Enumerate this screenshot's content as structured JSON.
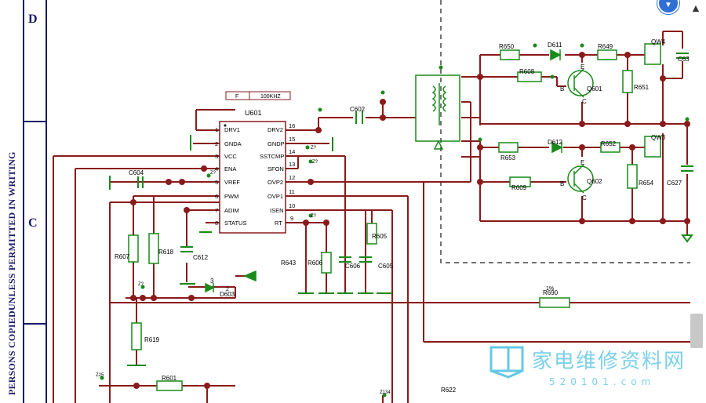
{
  "border": {
    "zone_d": "D",
    "zone_c": "C",
    "side_note": "PERSONS COPIEDUNLESS PERMITTED IN WRITING"
  },
  "ic": {
    "name": "U601",
    "freq_box": [
      "F",
      "100KHZ"
    ],
    "pins_left": [
      {
        "num": "1",
        "name": "DRV1"
      },
      {
        "num": "2",
        "name": "GNDA"
      },
      {
        "num": "3",
        "name": "VCC"
      },
      {
        "num": "4",
        "name": "ENA"
      },
      {
        "num": "5",
        "name": "VREF"
      },
      {
        "num": "6",
        "name": "PWM"
      },
      {
        "num": "7",
        "name": "ADIM"
      },
      {
        "num": "8",
        "name": "STATUS"
      }
    ],
    "pins_right": [
      {
        "num": "16",
        "name": "DRV2"
      },
      {
        "num": "15",
        "name": "GNDP"
      },
      {
        "num": "14",
        "name": "SSTCMP"
      },
      {
        "num": "13",
        "name": "SFON"
      },
      {
        "num": "12",
        "name": "OVP2"
      },
      {
        "num": "11",
        "name": "OVP1"
      },
      {
        "num": "10",
        "name": "ISEN"
      },
      {
        "num": "9",
        "name": "RT"
      }
    ]
  },
  "components": {
    "R650": "R650",
    "D611": "D611",
    "R649": "R649",
    "QW4": "QW4",
    "C63": "C63",
    "R608": "R608",
    "Q601": "Q601",
    "R651": "R651",
    "C602": "C602",
    "D612": "D612",
    "R652": "R652",
    "QW3": "QW3",
    "R653": "R653",
    "R609": "R609",
    "Q602": "Q602",
    "R654": "R654",
    "C627": "C627",
    "C604": "C604",
    "R607": "R607",
    "R618": "R618",
    "C612": "C612",
    "D603": "D603",
    "R643": "R643",
    "R606": "R606",
    "C606": "C606",
    "C605": "C605",
    "R605": "R605",
    "R619": "R619",
    "R690": "R690",
    "R690_val": "1%",
    "R601": "R601",
    "R622": "R622"
  },
  "tags": {
    "z1": "Z?",
    "z2": "Z?",
    "z3": "Z?",
    "z4": "Z?",
    "z5": "Z?",
    "z25": "Z25",
    "z134": "Z134",
    "b1": "B",
    "e1": "E",
    "c1": "C",
    "b2": "B",
    "e2": "E",
    "c2": "C",
    "d603_num": "3",
    "d603_num2": "2"
  },
  "watermark": {
    "text": "家电维修资料网",
    "url": "520101.com"
  },
  "colors": {
    "wire": "#8b1a1a",
    "component": "#1a8a1a",
    "label": "#000000",
    "border": "#1a1a6a",
    "watermark": "#66c8e6"
  }
}
